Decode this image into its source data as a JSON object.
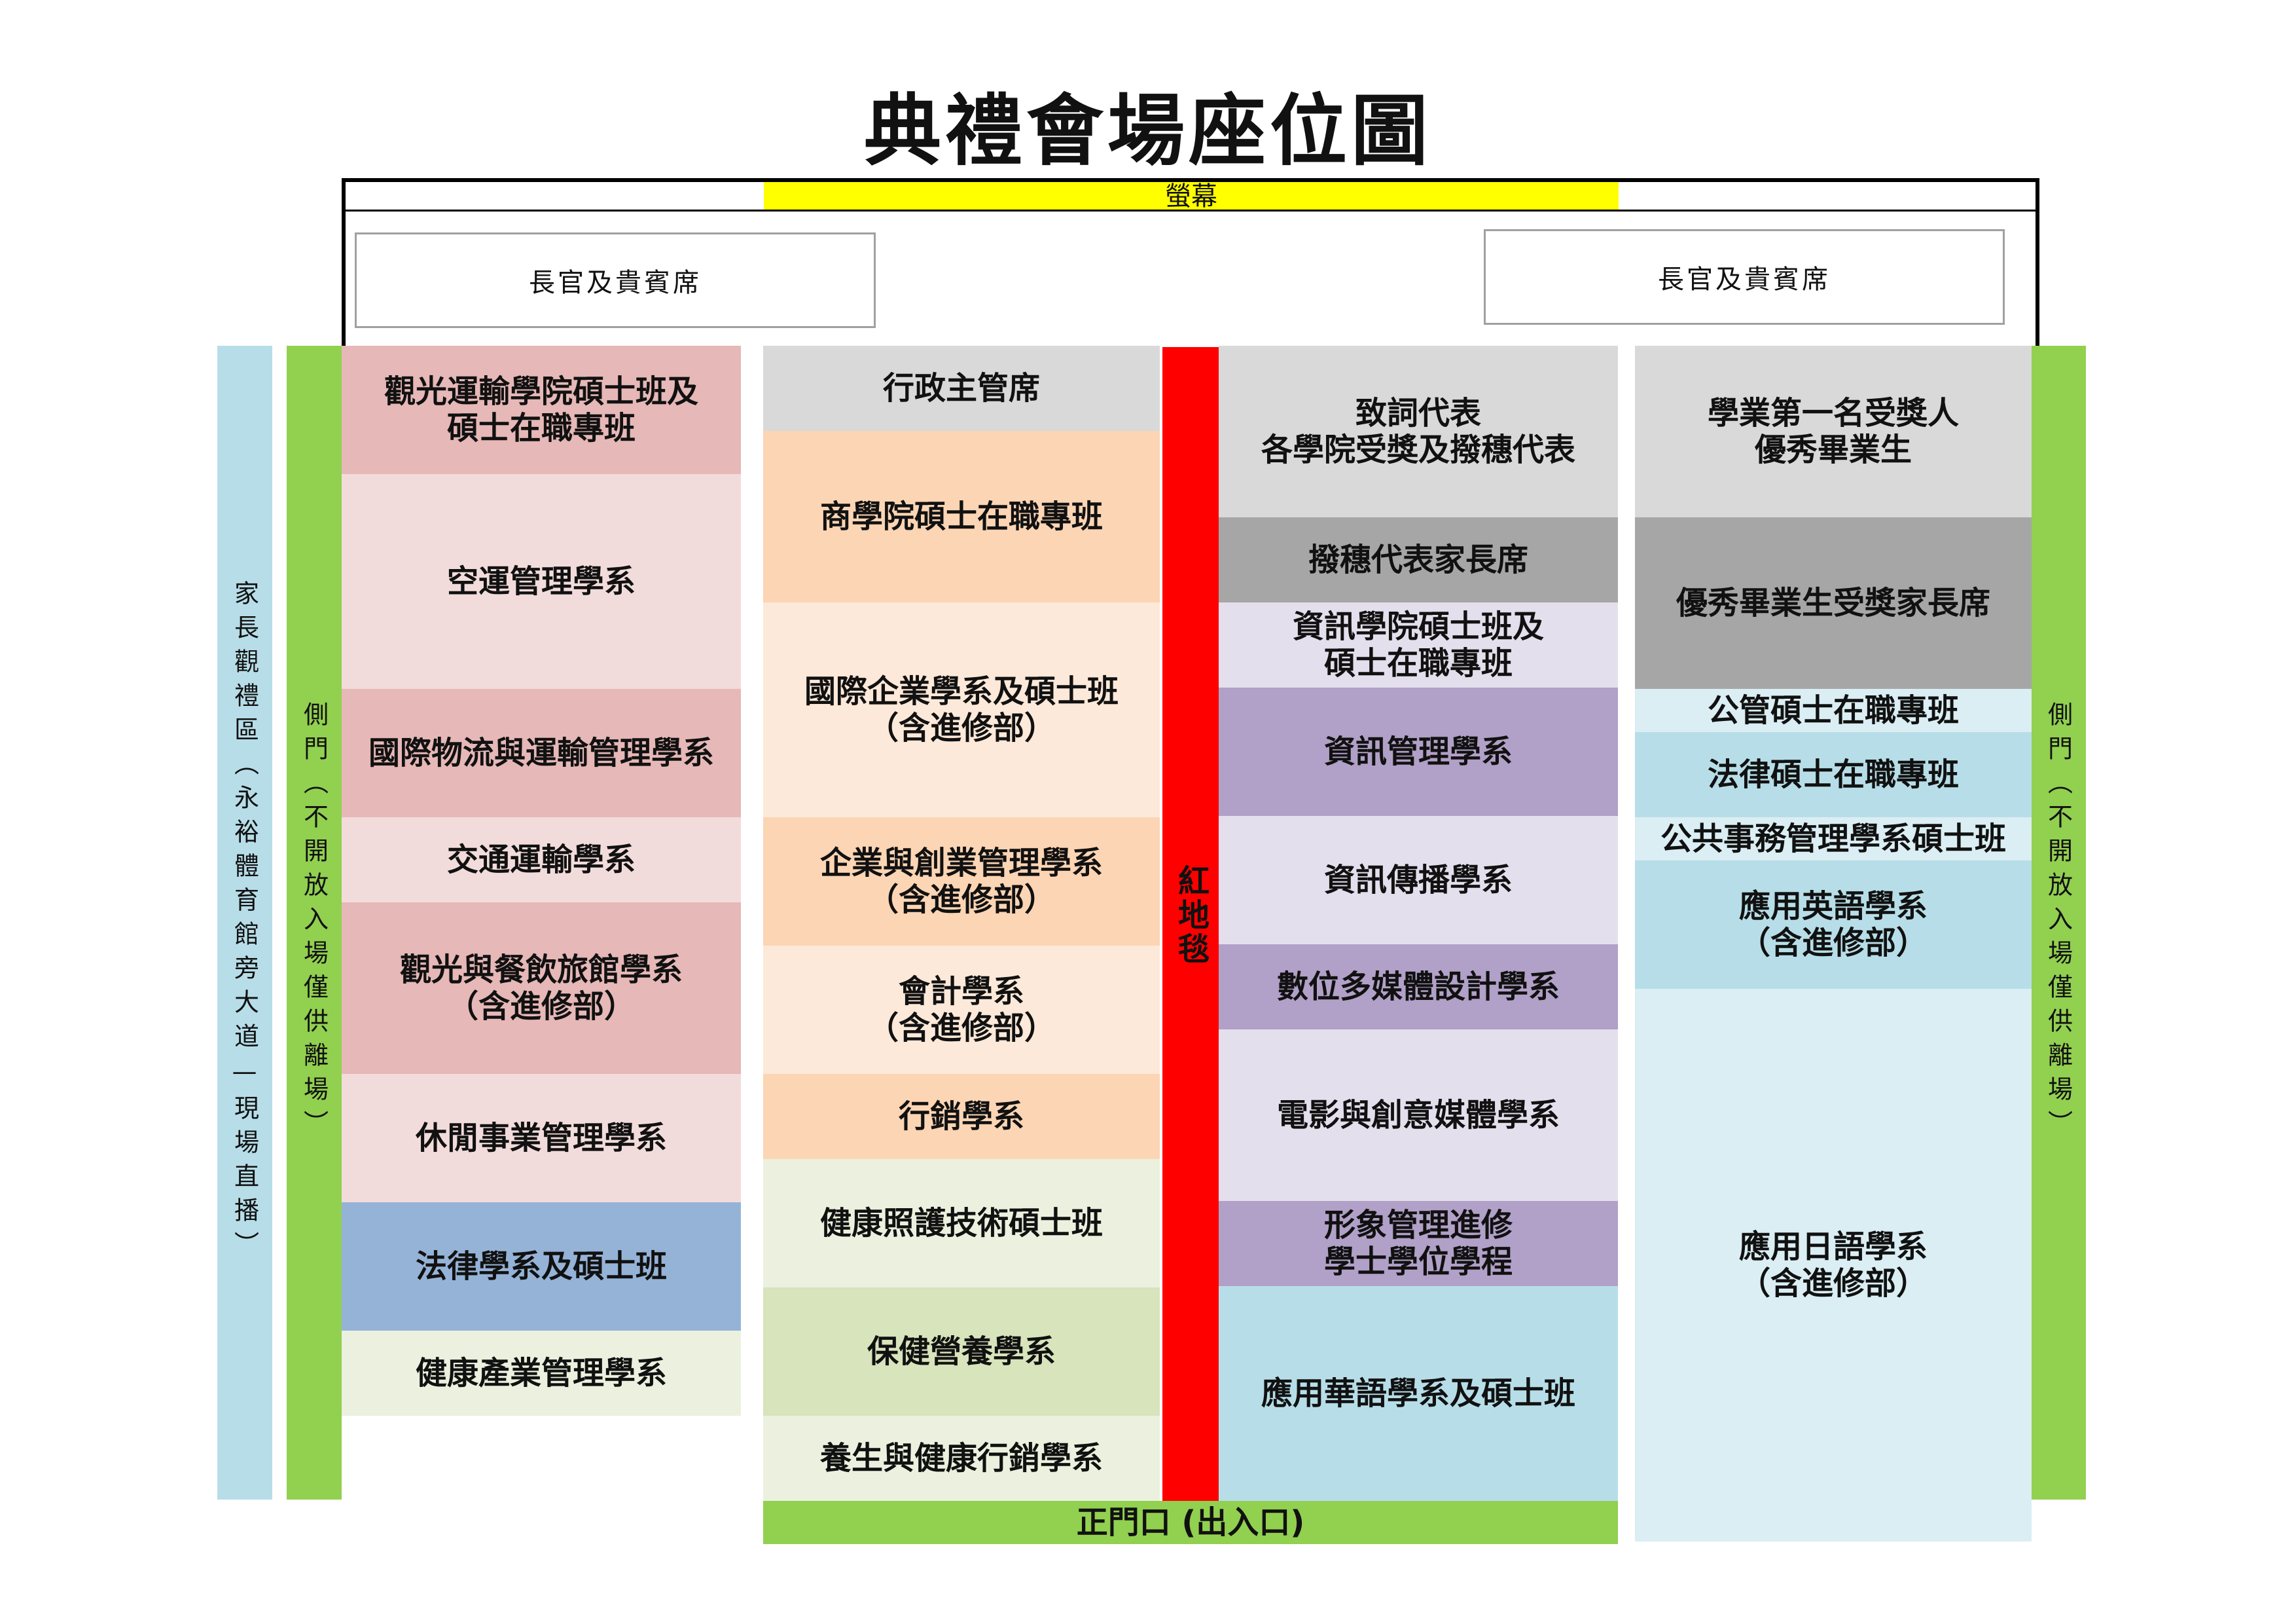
{
  "title": "典禮會場座位圖",
  "stage": {
    "screen_label": "螢幕",
    "vip_left": "長官及貴賓席",
    "vip_right": "長官及貴賓席"
  },
  "side_areas": {
    "parent_area": "家長觀禮區（永裕體育館旁大道—現場直播）",
    "side_door_left": "側門（不開放入場僅供離場）",
    "side_door_right": "側門（不開放入場僅供離場）"
  },
  "red_carpet": "紅地毯",
  "main_door": "正門口 (出入口)",
  "colors": {
    "light_blue": "#b7dde8",
    "green": "#92d050",
    "red": "#ff0000",
    "yellow": "#ffff00",
    "rose": "#e6b8b7",
    "rose_light": "#f2dcdb",
    "blue": "#95b3d7",
    "green_light": "#ebf1de",
    "green_mid": "#d7e4bc",
    "gray": "#d9d9d9",
    "orange": "#fcd5b4",
    "orange_light": "#fde9d9",
    "gray_dark": "#a6a6a6",
    "lavender": "#e4dfec",
    "purple": "#b1a0c7",
    "aqua": "#b7dee8",
    "aqua_light": "#daeef3"
  },
  "column1": [
    {
      "lines": [
        "觀光運輸學院碩士班及",
        "碩士在職專班"
      ]
    },
    {
      "lines": [
        "空運管理學系"
      ]
    },
    {
      "lines": [
        "國際物流與運輸管理學系"
      ]
    },
    {
      "lines": [
        "交通運輸學系"
      ]
    },
    {
      "lines": [
        "觀光與餐飲旅館學系",
        "（含進修部）"
      ]
    },
    {
      "lines": [
        "休閒事業管理學系"
      ]
    },
    {
      "lines": [
        "法律學系及碩士班"
      ]
    },
    {
      "lines": [
        "健康產業管理學系"
      ]
    }
  ],
  "column2": [
    {
      "lines": [
        "行政主管席"
      ]
    },
    {
      "lines": [
        "商學院碩士在職專班"
      ]
    },
    {
      "lines": [
        "國際企業學系及碩士班",
        "（含進修部）"
      ]
    },
    {
      "lines": [
        "企業與創業管理學系",
        "（含進修部）"
      ]
    },
    {
      "lines": [
        "會計學系",
        "（含進修部）"
      ]
    },
    {
      "lines": [
        "行銷學系"
      ]
    },
    {
      "lines": [
        "健康照護技術碩士班"
      ]
    },
    {
      "lines": [
        "保健營養學系"
      ]
    },
    {
      "lines": [
        "養生與健康行銷學系"
      ]
    }
  ],
  "column3": [
    {
      "lines": [
        "致詞代表",
        "各學院受獎及撥穗代表"
      ]
    },
    {
      "lines": [
        "撥穗代表家長席"
      ]
    },
    {
      "lines": [
        "資訊學院碩士班及",
        "碩士在職專班"
      ]
    },
    {
      "lines": [
        "資訊管理學系"
      ]
    },
    {
      "lines": [
        "資訊傳播學系"
      ]
    },
    {
      "lines": [
        "數位多媒體設計學系"
      ]
    },
    {
      "lines": [
        "電影與創意媒體學系"
      ]
    },
    {
      "lines": [
        "形象管理進修",
        "學士學位學程"
      ]
    },
    {
      "lines": [
        "應用華語學系及碩士班"
      ]
    }
  ],
  "column4": [
    {
      "lines": [
        "學業第一名受獎人",
        "優秀畢業生"
      ]
    },
    {
      "lines": [
        "優秀畢業生受獎家長席"
      ]
    },
    {
      "lines": [
        "公管碩士在職專班"
      ]
    },
    {
      "lines": [
        "法律碩士在職專班"
      ]
    },
    {
      "lines": [
        "公共事務管理學系碩士班"
      ]
    },
    {
      "lines": [
        "應用英語學系",
        "（含進修部）"
      ]
    },
    {
      "lines": [
        "應用日語學系",
        "（含進修部）"
      ]
    }
  ]
}
